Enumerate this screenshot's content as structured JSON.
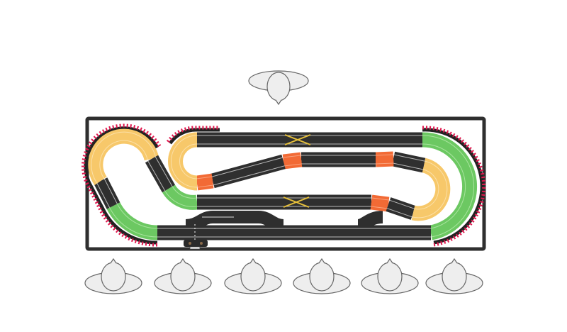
{
  "diagram": {
    "kind": "slot-car track layout with table and spectators",
    "colors": {
      "table_border": "#2f2f2f",
      "track": "#2f2f2f",
      "curve_yellow": "#f7c86a",
      "curve_green": "#6cc862",
      "curve_orange": "#f26a35",
      "curb_red": "#e0194f",
      "crossing": "#e8c13a"
    },
    "people": {
      "top_count": 1,
      "bottom_count": 6
    }
  }
}
